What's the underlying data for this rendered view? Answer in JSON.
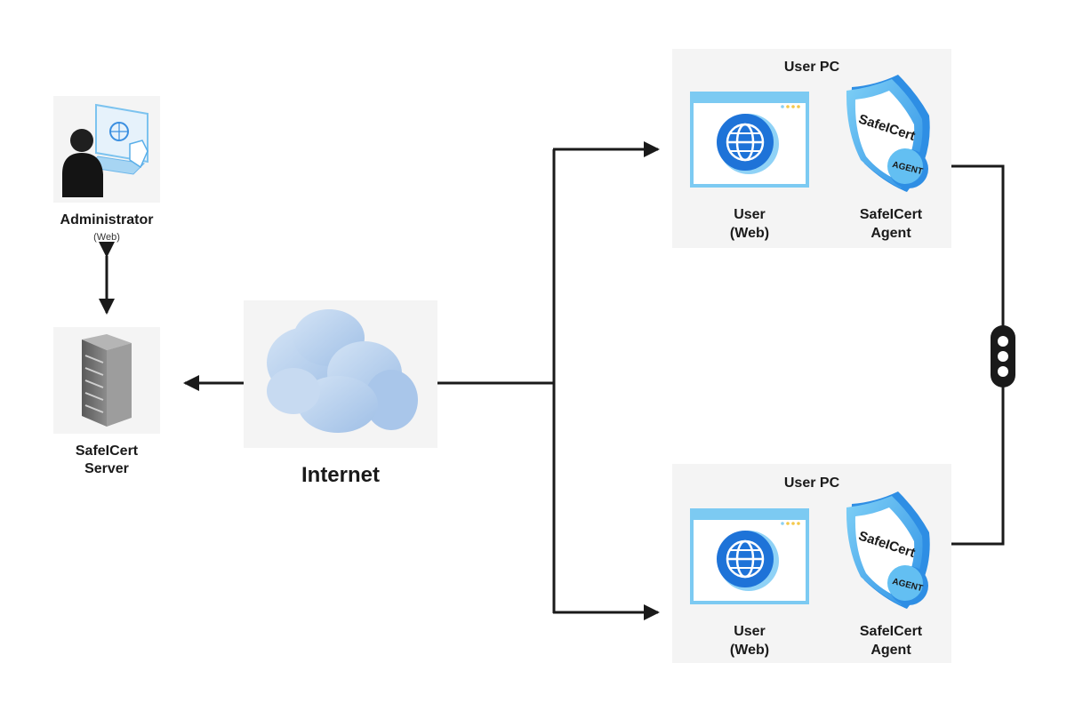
{
  "administrator": {
    "label": "Administrator",
    "sublabel": "(Web)",
    "icon": "admin-user-icon"
  },
  "server": {
    "label_line1": "SafeICert",
    "label_line2": "Server",
    "icon": "server-rack-icon"
  },
  "internet": {
    "label": "Internet",
    "icon": "cloud-icon"
  },
  "user_pc_top": {
    "title": "User PC",
    "user_label_line1": "User",
    "user_label_line2": "(Web)",
    "agent_label_line1": "SafeICert",
    "agent_label_line2": "Agent",
    "shield_text": "SafeICert",
    "badge_text": "AGENT"
  },
  "user_pc_bottom": {
    "title": "User PC",
    "user_label_line1": "User",
    "user_label_line2": "(Web)",
    "agent_label_line1": "SafeICert",
    "agent_label_line2": "Agent",
    "shield_text": "SafeICert",
    "badge_text": "AGENT"
  },
  "colors": {
    "panel": "#f4f4f4",
    "line": "#1a1a1a",
    "blue_dark": "#1e73d8",
    "blue_light": "#5ab8f0",
    "cloud": "#b9d2ee"
  }
}
